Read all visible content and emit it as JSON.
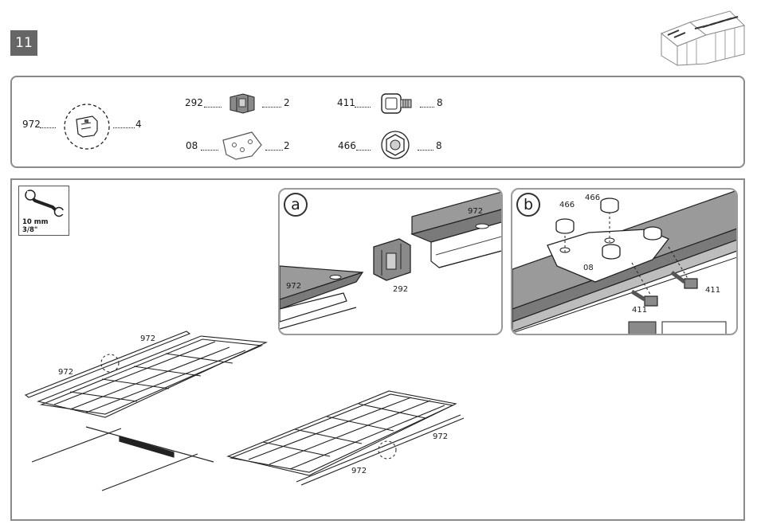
{
  "step": {
    "number": "11"
  },
  "parts": [
    {
      "code": "972",
      "qty": "4",
      "icon": "connector-bracket-icon"
    },
    {
      "code": "292",
      "qty": "2",
      "icon": "clip-icon"
    },
    {
      "code": "08",
      "qty": "2",
      "icon": "plate-icon"
    },
    {
      "code": "411",
      "qty": "8",
      "icon": "bolt-icon"
    },
    {
      "code": "466",
      "qty": "8",
      "icon": "nut-icon"
    }
  ],
  "tool": {
    "size_metric": "10 mm",
    "size_imperial": "3/8\"",
    "icon": "wrench-icon"
  },
  "panel_a": {
    "letter": "a",
    "labels": {
      "profile_top": "972",
      "profile_left": "972",
      "clip": "292"
    }
  },
  "panel_b": {
    "letter": "b",
    "labels": {
      "nut_left": "466",
      "nut_right": "466",
      "plate": "08",
      "bolt_left": "411",
      "bolt_right": "411"
    }
  },
  "overview": {
    "left_assembly": {
      "label_top": "972",
      "label_left": "972"
    },
    "right_assembly": {
      "label_right": "972",
      "label_bottom": "972"
    }
  },
  "colors": {
    "border": "#8a8a8a",
    "badge": "#666666",
    "profile": "#9a9a9a",
    "line": "#222222"
  }
}
